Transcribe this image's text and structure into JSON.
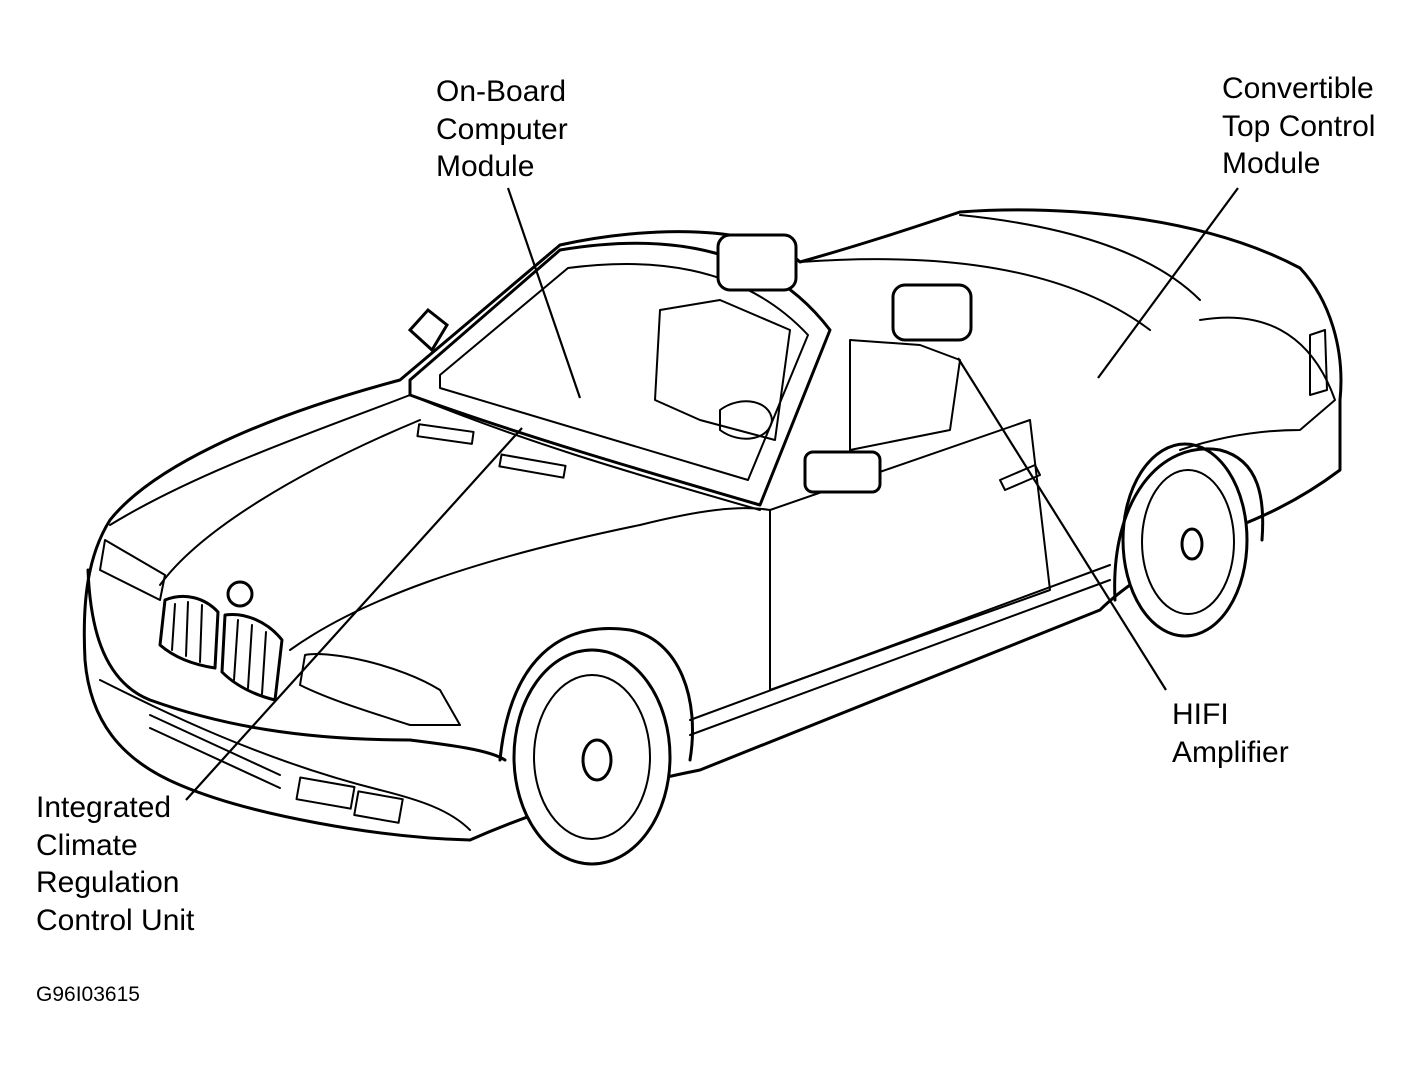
{
  "labels": {
    "onboard_computer": [
      "On-Board",
      "Computer",
      "Module"
    ],
    "convertible_top": [
      "Convertible",
      "Top Control",
      "Module"
    ],
    "hifi_amplifier": [
      "HIFI",
      "Amplifier"
    ],
    "climate_regulation": [
      "Integrated",
      "Climate",
      "Regulation",
      "Control Unit"
    ]
  },
  "figure_code": "G96I03615",
  "colors": {
    "line": "#000000",
    "background": "#ffffff"
  }
}
